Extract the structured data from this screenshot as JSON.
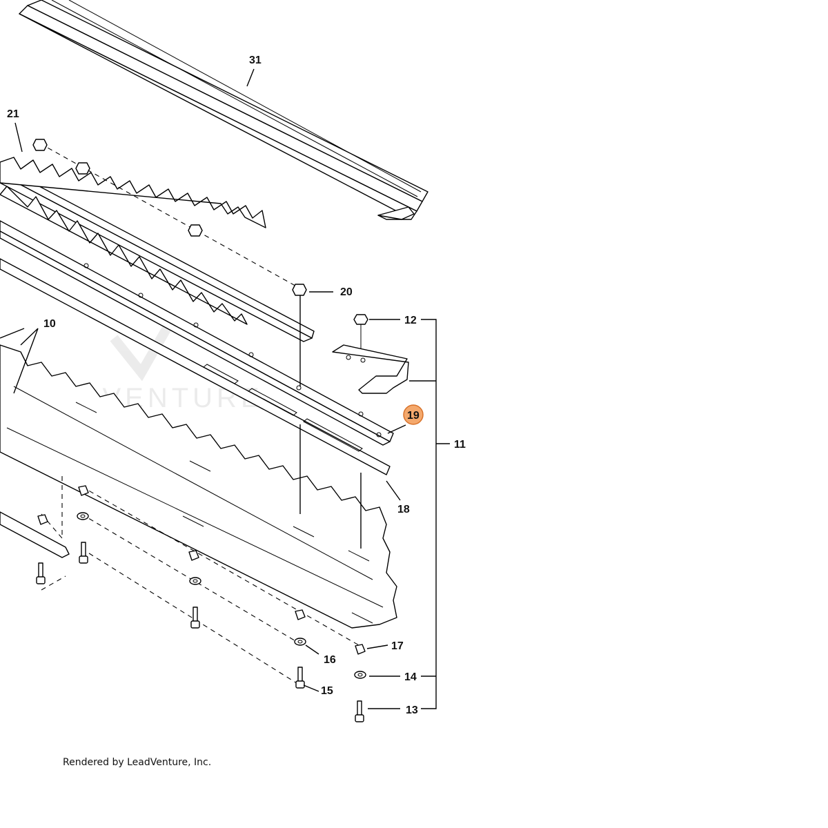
{
  "diagram": {
    "callouts": {
      "p31": "31",
      "p21": "21",
      "p20": "20",
      "p12": "12",
      "p10": "10",
      "p19": "19",
      "p11": "11",
      "p18": "18",
      "p17": "17",
      "p16": "16",
      "p14": "14",
      "p15": "15",
      "p13": "13"
    },
    "highlighted_callout": "19",
    "highlight_color": "#f4a86c",
    "watermark": "LEADVENTURE"
  },
  "footer": {
    "text": "Rendered by LeadVenture, Inc."
  }
}
